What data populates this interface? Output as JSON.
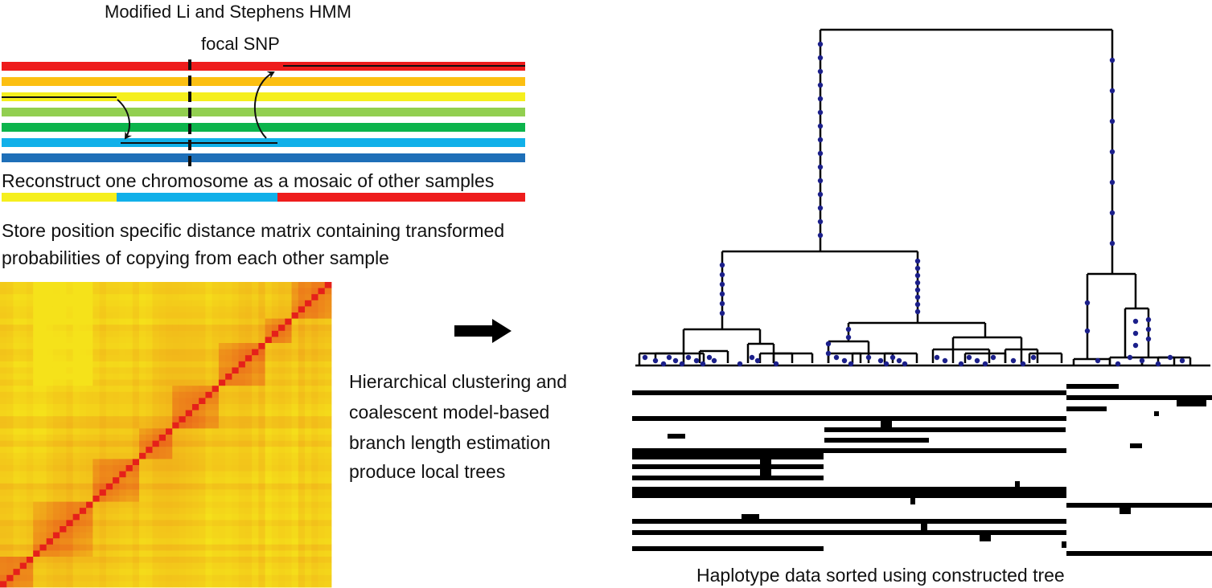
{
  "hmm_title": "Modified Li and Stephens HMM",
  "focal_label": "focal SNP",
  "mosaic_caption": "Reconstruct one chromosome as a mosaic of other samples",
  "matrix_caption": {
    "line1": "Store position specific distance matrix containing transformed",
    "line2": "probabilities of copying from each other sample"
  },
  "cluster_caption": {
    "line1": "Hierarchical clustering and",
    "line2": "coalescent model-based",
    "line3": "branch length estimation",
    "line4": "produce local trees"
  },
  "haplotype_caption": "Haplotype data sorted using constructed tree",
  "colors": {
    "haplotypes": [
      "#ee1c1c",
      "#fcbf12",
      "#f5ef1e",
      "#92cf50",
      "#0cb44c",
      "#11b0e9",
      "#1e6fb8"
    ],
    "mosaic": [
      "#f5ef1e",
      "#11b0e9",
      "#ee1c1c"
    ],
    "tree_node": "#1b1f8a",
    "matrix_low": "#f5e21a",
    "matrix_high": "#e5201a"
  }
}
